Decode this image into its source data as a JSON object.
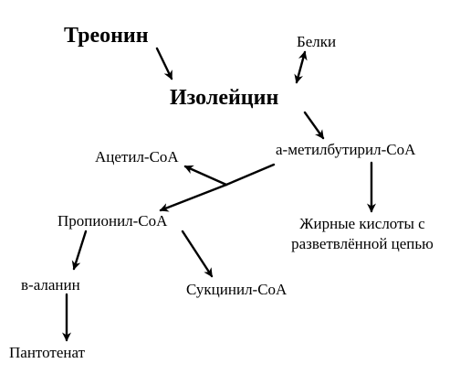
{
  "diagram": {
    "nodes": {
      "threonine": "Треонин",
      "isoleucine": "Изолейцин",
      "proteins": "Белки",
      "methylbutyryl_coa": "а-метилбутирил-СоА",
      "acetyl_coa": "Ацетил-СоА",
      "propionyl_coa": "Пропионил-СоА",
      "branched_fatty_acids": "Жирные кислоты с разветвлённой цепью",
      "b_alanine": "в-аланин",
      "succinyl_coa": "Сукцинил-СоА",
      "pantothenate": "Пантотенат"
    },
    "arrows": [
      {
        "from": "threonine",
        "to": "isoleucine"
      },
      {
        "from": "isoleucine",
        "to": "proteins",
        "bidirectional": true
      },
      {
        "from": "isoleucine",
        "to": "methylbutyryl_coa"
      },
      {
        "from": "methylbutyryl_coa",
        "to": "acetyl_coa"
      },
      {
        "from": "methylbutyryl_coa",
        "to": "propionyl_coa"
      },
      {
        "from": "methylbutyryl_coa",
        "to": "branched_fatty_acids"
      },
      {
        "from": "propionyl_coa",
        "to": "b_alanine"
      },
      {
        "from": "propionyl_coa",
        "to": "succinyl_coa"
      },
      {
        "from": "b_alanine",
        "to": "pantothenate"
      }
    ]
  }
}
